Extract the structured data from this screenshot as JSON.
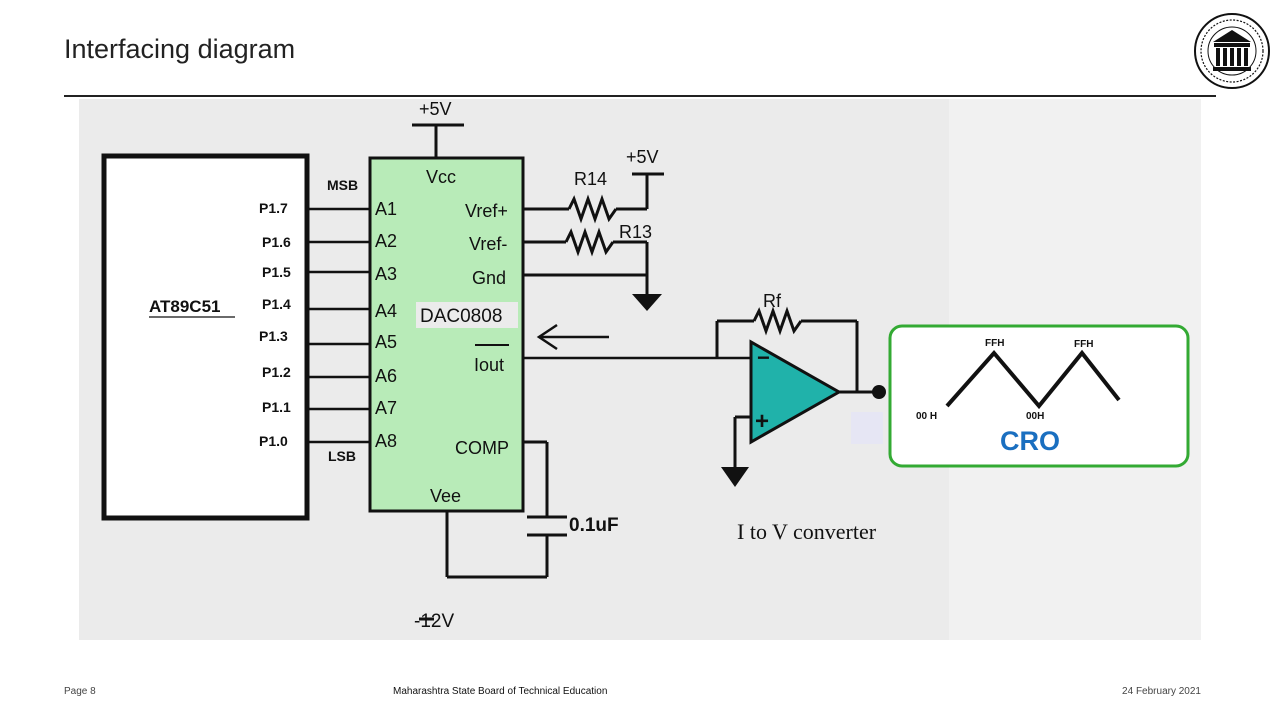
{
  "slide": {
    "title": "Interfacing diagram"
  },
  "diagram": {
    "microcontroller": {
      "name": "AT89C51"
    },
    "port_pins": [
      "P1.7",
      "P1.6",
      "P1.5",
      "P1.4",
      "P1.3",
      "P1.2",
      "P1.1",
      "P1.0"
    ],
    "msb_label": "MSB",
    "lsb_label": "LSB",
    "dac": {
      "name": "DAC0808",
      "vcc": "Vcc",
      "vee": "Vee",
      "inputs": [
        "A1",
        "A2",
        "A3",
        "A4",
        "A5",
        "A6",
        "A7",
        "A8"
      ],
      "vref_plus": "Vref+",
      "vref_minus": "Vref-",
      "gnd": "Gnd",
      "iout": "Iout",
      "comp": "COMP"
    },
    "supply_top": "+5V",
    "supply_ref": "+5V",
    "supply_bottom": "-12V",
    "resistor_r14": "R14",
    "resistor_r13": "R13",
    "feedback_resistor": "Rf",
    "capacitor": "0.1uF",
    "converter_label": "I to V converter",
    "opamp_minus": "−",
    "opamp_plus": "+",
    "cro": {
      "label": "CRO",
      "wave_labels": [
        "FFH",
        "FFH",
        "00 H",
        "00H"
      ]
    }
  },
  "footer": {
    "page": "Page 8",
    "organization": "Maharashtra State Board of Technical Education",
    "date": "24 February 2021"
  },
  "colors": {
    "dac_fill": "#b8ebb8",
    "opamp_fill": "#20b2aa",
    "cro_border": "#33aa33",
    "cro_label": "#1a6fc0",
    "background_panel": "#ebebeb"
  }
}
